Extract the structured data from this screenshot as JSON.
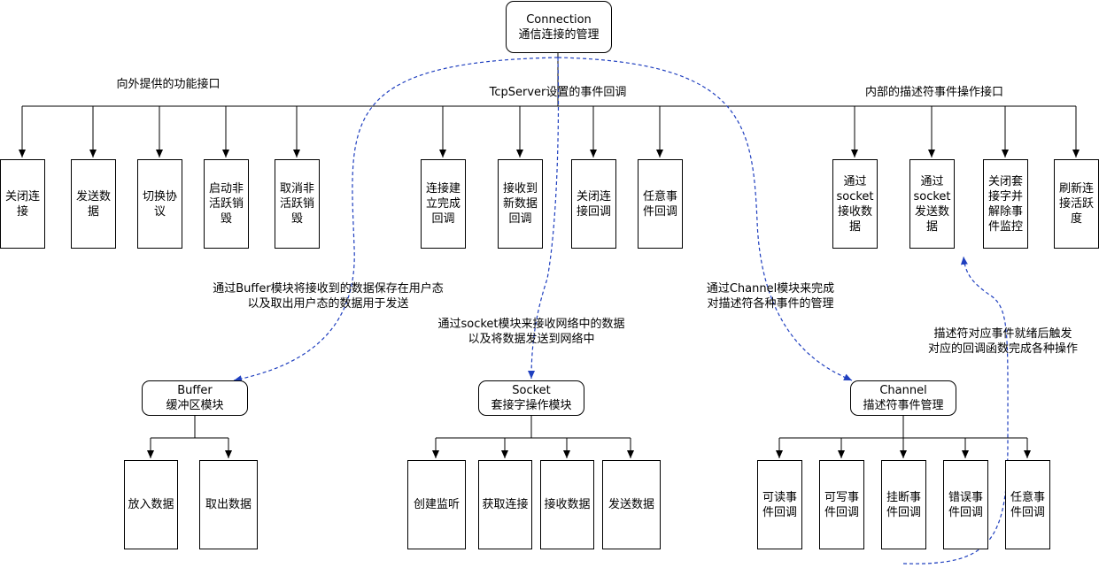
{
  "connection": {
    "title": "Connection",
    "subtitle": "通信连接的管理"
  },
  "groups": {
    "external": {
      "label": "向外提供的功能接口",
      "items": [
        "关闭连接",
        "发送数据",
        "切换协议",
        "启动非活跃销毁",
        "取消非活跃销毁"
      ]
    },
    "tcpserver": {
      "label": "TcpServer设置的事件回调",
      "items": [
        "连接建立完成回调",
        "接收到新数据回调",
        "关闭连接回调",
        "任意事件回调"
      ]
    },
    "internal": {
      "label": "内部的描述符事件操作接口",
      "items": [
        "通过socket接收数据",
        "通过socket发送数据",
        "关闭套接字并解除事件监控",
        "刷新连接活跃度"
      ]
    }
  },
  "notes": {
    "buffer": "通过Buffer模块将接收到的数据保存在用户态\n以及取出用户态的数据用于发送",
    "socket": "通过socket模块来接收网络中的数据\n以及将数据发送到网络中",
    "channel": "通过Channel模块来完成\n对描述符各种事件的管理",
    "trigger": "描述符对应事件就绪后触发\n对应的回调函数完成各种操作"
  },
  "modules": {
    "buffer": {
      "title": "Buffer",
      "subtitle": "缓冲区模块",
      "items": [
        "放入数据",
        "取出数据"
      ]
    },
    "socket": {
      "title": "Socket",
      "subtitle": "套接字操作模块",
      "items": [
        "创建监听",
        "获取连接",
        "接收数据",
        "发送数据"
      ]
    },
    "channel": {
      "title": "Channel",
      "subtitle": "描述符事件管理",
      "items": [
        "可读事件回调",
        "可写事件回调",
        "挂断事件回调",
        "错误事件回调",
        "任意事件回调"
      ]
    }
  },
  "colors": {
    "line": "#000000",
    "dashed": "#1f3fbf"
  }
}
